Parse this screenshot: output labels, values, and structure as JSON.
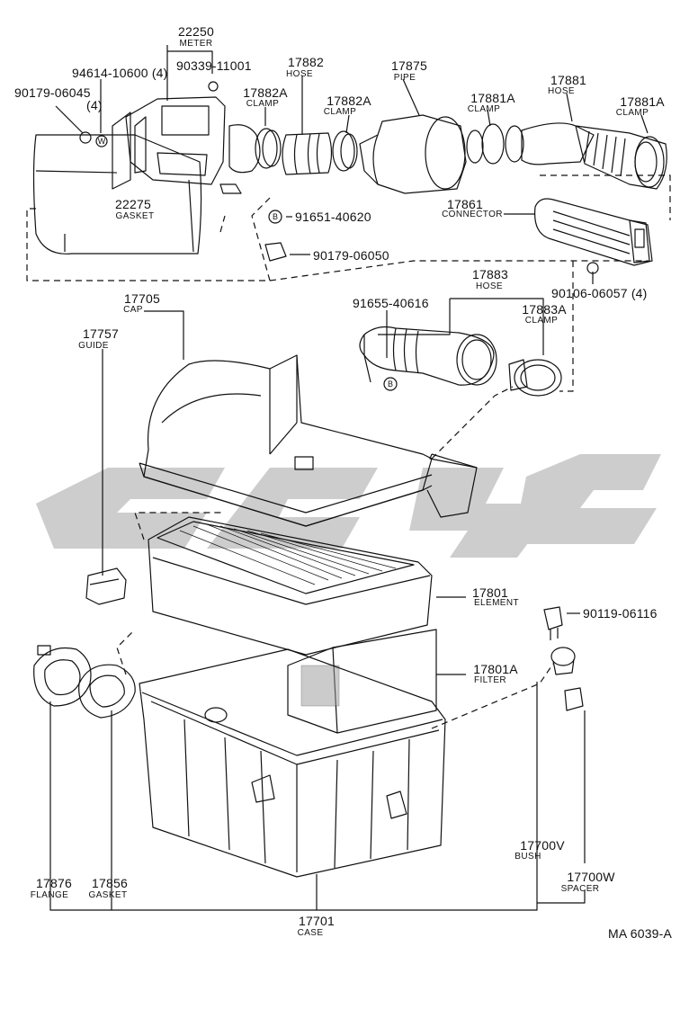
{
  "diagram": {
    "reference": "MA 6039-A",
    "parts": [
      {
        "id": "p22250",
        "number": "22250",
        "name": "METER"
      },
      {
        "id": "p94614",
        "number": "94614-10600 (4)",
        "name": ""
      },
      {
        "id": "p90179a",
        "number": "90179-06045",
        "name": "(4)"
      },
      {
        "id": "p90339",
        "number": "90339-11001",
        "name": ""
      },
      {
        "id": "p17882",
        "number": "17882",
        "name": "HOSE"
      },
      {
        "id": "p17875",
        "number": "17875",
        "name": "PIPE"
      },
      {
        "id": "p17881",
        "number": "17881",
        "name": "HOSE"
      },
      {
        "id": "p17882A1",
        "number": "17882A",
        "name": "CLAMP"
      },
      {
        "id": "p17882A2",
        "number": "17882A",
        "name": "CLAMP"
      },
      {
        "id": "p17881A1",
        "number": "17881A",
        "name": "CLAMP"
      },
      {
        "id": "p17881A2",
        "number": "17881A",
        "name": "CLAMP"
      },
      {
        "id": "p22275",
        "number": "22275",
        "name": "GASKET"
      },
      {
        "id": "p17861",
        "number": "17861",
        "name": "CONNECTOR"
      },
      {
        "id": "p91651",
        "number": "91651-40620",
        "name": "B"
      },
      {
        "id": "p90179b",
        "number": "90179-06050",
        "name": ""
      },
      {
        "id": "p90106",
        "number": "90106-06057 (4)",
        "name": ""
      },
      {
        "id": "p17705",
        "number": "17705",
        "name": "CAP"
      },
      {
        "id": "p17757",
        "number": "17757",
        "name": "GUIDE"
      },
      {
        "id": "p17883",
        "number": "17883",
        "name": "HOSE"
      },
      {
        "id": "p91655",
        "number": "91655-40616",
        "name": "B"
      },
      {
        "id": "p17883A",
        "number": "17883A",
        "name": "CLAMP"
      },
      {
        "id": "p17801",
        "number": "17801",
        "name": "ELEMENT"
      },
      {
        "id": "p90119",
        "number": "90119-06116",
        "name": ""
      },
      {
        "id": "p17801A",
        "number": "17801A",
        "name": "FILTER"
      },
      {
        "id": "p17700V",
        "number": "17700V",
        "name": "BUSH"
      },
      {
        "id": "p17700W",
        "number": "17700W",
        "name": "SPACER"
      },
      {
        "id": "p17876",
        "number": "17876",
        "name": "FLANGE"
      },
      {
        "id": "p17856",
        "number": "17856",
        "name": "GASKET"
      },
      {
        "id": "p17701",
        "number": "17701",
        "name": "CASE"
      }
    ],
    "callout_marker": "W",
    "watermark_color": "#c8c8c8",
    "line_color": "#111111"
  }
}
